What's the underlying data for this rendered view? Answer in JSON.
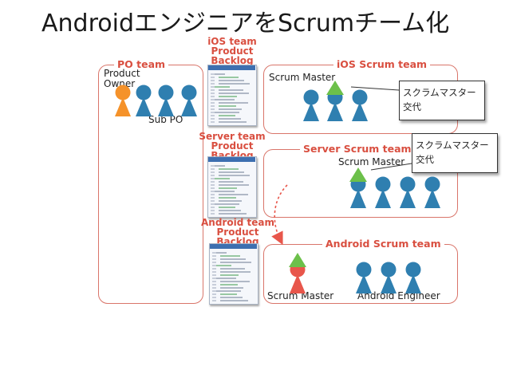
{
  "slide": {
    "title": "AndroidエンジニアをScrumチーム化"
  },
  "po_team": {
    "label": "PO team",
    "product_owner": "Product\nOwner",
    "sub_po": "Sub PO"
  },
  "backlogs": [
    {
      "title": "iOS team\nProduct\nBacklog"
    },
    {
      "title": "Server team\nProduct\nBacklog"
    },
    {
      "title": "Android team\nProduct\nBacklog"
    }
  ],
  "ios_team": {
    "label": "iOS Scrum team",
    "scrum_master": "Scrum Master"
  },
  "server_team": {
    "label": "Server Scrum team",
    "scrum_master": "Scrum Master"
  },
  "android_team": {
    "label": "Android Scrum team",
    "scrum_master": "Scrum Master",
    "engineer": "Android Engineer"
  },
  "callouts": [
    {
      "line1": "スクラムマスター",
      "line2": "交代"
    },
    {
      "line1": "スクラムマスター",
      "line2": "交代"
    }
  ],
  "colors": {
    "member_blue": "#2f7fb0",
    "po_orange": "#f5922a",
    "sm_green": "#6cc04a",
    "android_sm_red": "#e8564b",
    "team_border": "#d9756a",
    "label_red": "#d94f40"
  }
}
